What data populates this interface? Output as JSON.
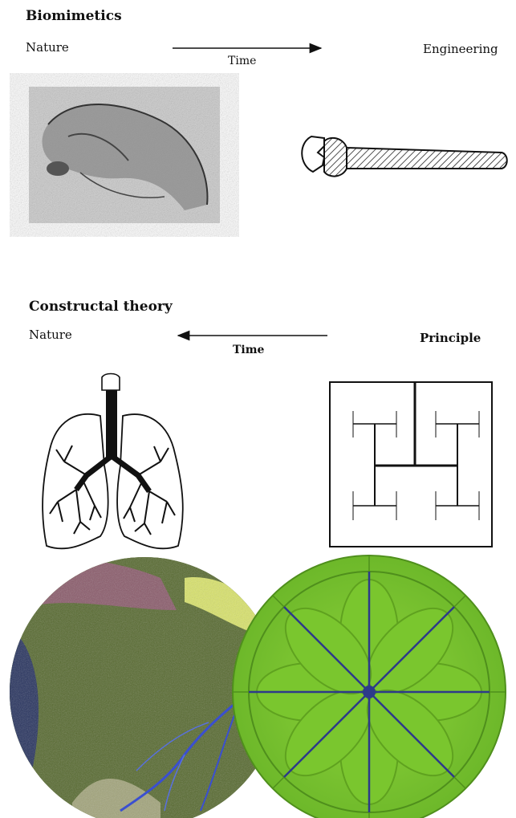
{
  "biomimetics": {
    "title": "Biomimetics",
    "left_label": "Nature",
    "right_label": "Engineering",
    "arrow_label": "Time",
    "left_image": "animal-sketch",
    "right_image": "wrench-icon"
  },
  "constructal": {
    "title": "Constructal theory",
    "left_label": "Nature",
    "right_label": "Principle",
    "arrow_label": "Time",
    "left_image": "lungs-illustration",
    "right_image": "h-tree-construct"
  },
  "bottom": {
    "left_image": "river-delta-satellite",
    "right_image": "green-tree-network-disc"
  }
}
